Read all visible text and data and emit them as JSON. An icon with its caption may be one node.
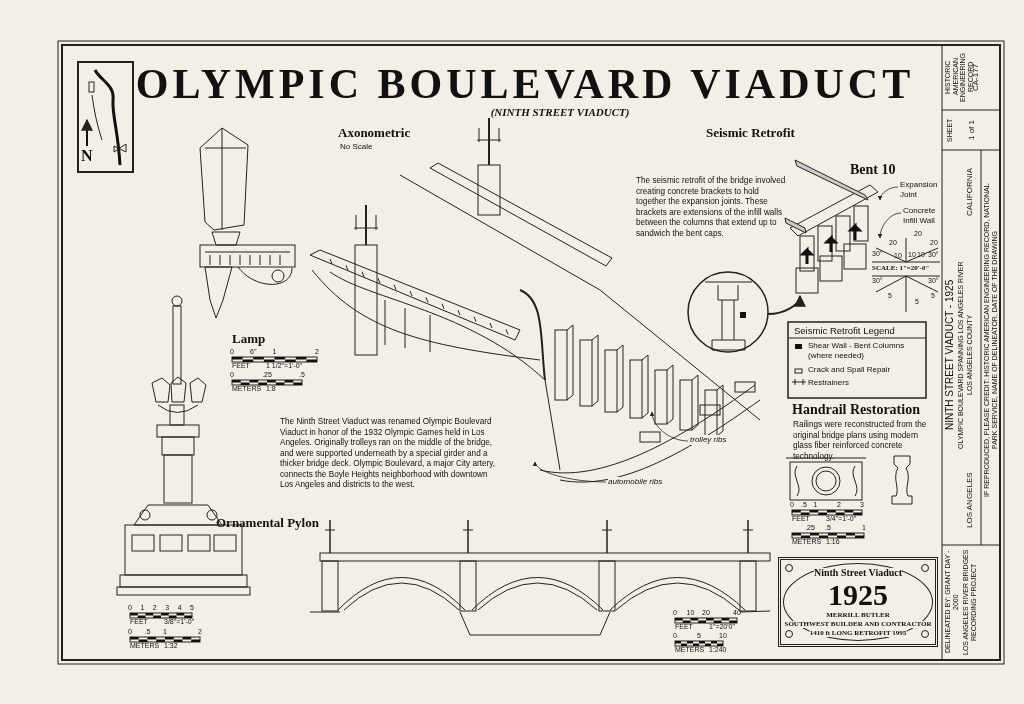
{
  "diagram": {
    "title": "OLYMPIC BOULEVARD VIADUCT",
    "nodes": [
      {
        "text": [
          "Ninth Street Viaduct",
          "1925",
          "MERRILL BUTLER",
          "SOUTHWEST BUILDER AND CONTRACTOR",
          "1410 ft LONG RETROFIT 1995"
        ]
      },
      {
        "text": [
          "Expansion Joint"
        ]
      },
      {
        "text": [
          "Concrete Infill Wall"
        ]
      },
      {
        "text": [
          "trolley ribs"
        ]
      },
      {
        "text": [
          "automobile ribs"
        ]
      },
      {
        "text": [],
        "shape": "circle"
      },
      {
        "text": [],
        "shape": "picture"
      }
    ],
    "edges": [
      {
        "from": 1,
        "to": 6,
        "arrow": "to"
      },
      {
        "from": 2,
        "to": 6,
        "arrow": "to"
      },
      {
        "from": 3,
        "to": null,
        "arrow": "to"
      },
      {
        "from": 4,
        "to": null,
        "arrow": "to"
      },
      {
        "from": 5,
        "to": 6,
        "arrow": "to"
      }
    ],
    "labels": [
      "N",
      "(NINTH STREET VIADUCT)",
      "Axonometric",
      "No Scale",
      "Seismic Retrofit",
      "The seismic retrofit of the bridge involved creating concrete brackets to hold together the expansion joints. These brackets are extensions of the infill walls between the columns that extend up to sandwich the bent caps.",
      "Bent 10",
      "Lamp",
      "0",
      "6\"",
      "1",
      "2",
      "FEET",
      "1 1/2\"=1'-0\"",
      "0",
      ".25",
      ".5",
      "METERS",
      "1:8",
      "30°",
      "20",
      "10",
      "20",
      "10",
      "10",
      "20",
      "30°",
      "SCALE: 1\"=20'-0\"",
      "30°",
      "5",
      "5",
      "5",
      "30°",
      "Seismic Retrofit Legend",
      "Handrail Restoration",
      "Railings were reconstructed from the original bridge plans using modern glass fiber reinforced concrete technology.",
      "The Ninth Street Viaduct was renamed Olympic Boulevard Viaduct in honor of the 1932 Olympic Games held in Los Angeles. Originally trolleys ran on the middle of the bridge, and were supported underneath by a special girder and a thicker bridge deck. Olympic Boulevard, a major City artery, connects the Boyle Heights neighborhood with downtown Los Angeles and districts to the west.",
      "Ornamental Pylon",
      "0",
      ".5",
      "1",
      "2",
      "3",
      "FEET",
      "3/4\"=1'-0\"",
      ".25",
      ".5",
      "1",
      "METERS",
      "1:16",
      "0",
      "1",
      "2",
      "3",
      "4",
      "5",
      "FEET",
      "3/8\"=1'-0\"",
      "0",
      ".5",
      "1",
      "2",
      "METERS",
      "1:32",
      "0",
      "10",
      "20",
      "40",
      "FEET",
      "1\"=20'0\"",
      "0",
      "5",
      "10",
      "METERS",
      "1:240",
      "HISTORIC AMERICAN ENGINEERING RECORD",
      "CA-177",
      "SHEET",
      "1 of 1",
      "CALIFORNIA",
      "NINTH STREET VIADUCT - 1925",
      "OLYMPIC BOULEVARD SPANNING LOS ANGELES RIVER",
      "LOS ANGELES COUNTY",
      "LOS ANGELES",
      "IF REPRODUCED, PLEASE CREDIT: HISTORIC AMERICAN ENGINEERING RECORD, NATIONAL PARK SERVICE, NAME OF DELINEATOR, DATE OF THE DRAWING",
      "DELINEATED BY: GRANT DAY - 2000",
      "LOS ANGELES RIVER BRIDGES RECORDING PROJECT"
    ],
    "legend": [
      {
        "text": "Shear Wall - Bent Columns (where needed)"
      },
      {
        "text": "Crack and Spall Repair"
      },
      {
        "text": "Restrainers"
      }
    ]
  }
}
